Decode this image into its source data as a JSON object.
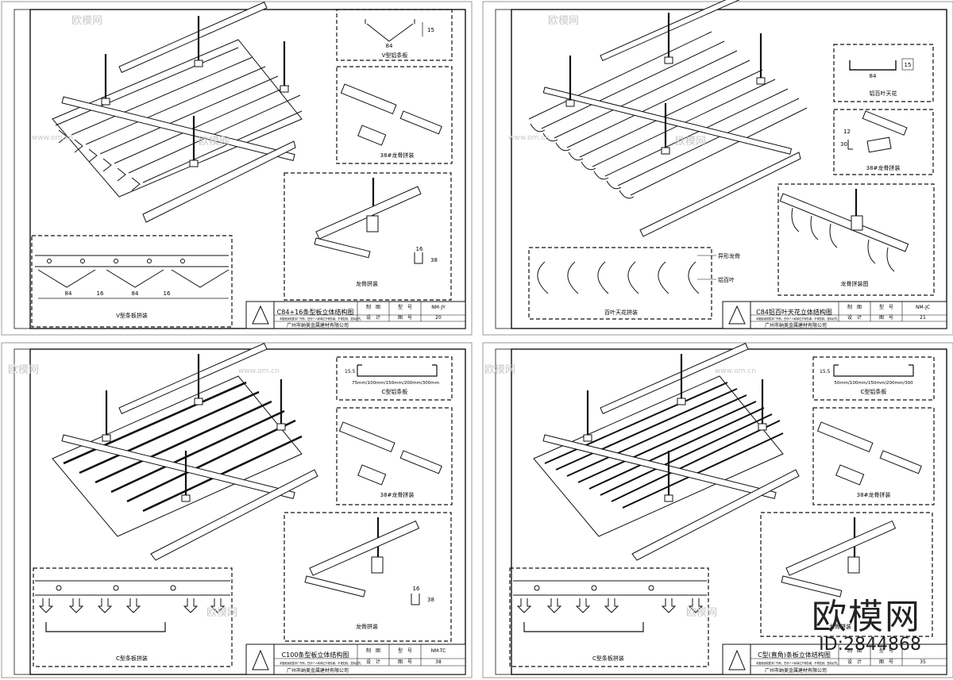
{
  "watermark": {
    "brand": "欧模网",
    "site": "www.om.cn",
    "id": "ID:2844868"
  },
  "sheets": [
    {
      "title": "C84+16条型板立体结构图",
      "code": "NM-JY",
      "num": "20",
      "labels": {
        "drawn": "制　图",
        "design": "设　计",
        "type": "型　号",
        "figno": "图　号"
      },
      "company": "广州市纳美金属建材有限公司",
      "note": "本图纸版权属本厂所有，任何个人和单位不得抄袭、不得复制，复制必究。",
      "profile_label": "V型铝条板",
      "profile_dims": [
        "84",
        "15"
      ],
      "keel_label": "38#龙骨拼装",
      "hanger_label": "龙骨拼装",
      "hanger_dims": [
        "16",
        "38"
      ],
      "assembly_label": "V型条板拼装",
      "assembly_dims": [
        "84",
        "16",
        "84",
        "16"
      ]
    },
    {
      "title": "C84铝百叶天花立体结构图",
      "code": "NM-JC",
      "num": "21",
      "labels": {
        "drawn": "制　图",
        "design": "设　计",
        "type": "型　号",
        "figno": "图　号"
      },
      "company": "广州市纳美金属建材有限公司",
      "note": "本图纸版权属本厂所有，任何个人和单位不得抄袭、不得复制，复制必究。",
      "profile_label": "铝百叶天花",
      "profile_dims": [
        "84",
        "15"
      ],
      "keel_label": "38#龙骨拼装",
      "keel_dims": [
        "12",
        "30"
      ],
      "hanger_label": "龙骨拼装图",
      "assembly_label": "百叶天花拼装",
      "callout_1": "异形龙骨",
      "callout_2": "铝百叶"
    },
    {
      "title": "C100条型板立体结构图",
      "code": "NM-TC",
      "num": "38",
      "labels": {
        "drawn": "制　图",
        "design": "设　计",
        "type": "型　号",
        "figno": "图　号"
      },
      "company": "广州市纳美金属建材有限公司",
      "note": "本图纸版权属本厂所有，任何个人和单位不得抄袭、不得复制，复制必究。",
      "profile_label": "C型铝条板",
      "profile_dims": [
        "15.5",
        "75mm/100mm/150mm/200mm/300mm"
      ],
      "keel_label": "38#龙骨拼装",
      "hanger_label": "龙骨拼装",
      "hanger_dims": [
        "16",
        "38"
      ],
      "assembly_label": "C型条板拼装"
    },
    {
      "title": "C型(直角)条板立体结构图",
      "code": "",
      "num": "35",
      "labels": {
        "drawn": "制　图",
        "design": "设　计",
        "type": "型　号",
        "figno": "图　号"
      },
      "company": "广州市纳美金属建材有限公司",
      "note": "本图纸版权属本厂所有，任何个人和单位不得抄袭、不得复制，复制必究。",
      "profile_label": "C型铝条板",
      "profile_dims": [
        "15.5",
        "50mm/100mm/150mm/200mm/300"
      ],
      "keel_label": "38#龙骨拼装",
      "hanger_label": "龙骨拼装",
      "assembly_label": "C型条板拼装"
    }
  ]
}
